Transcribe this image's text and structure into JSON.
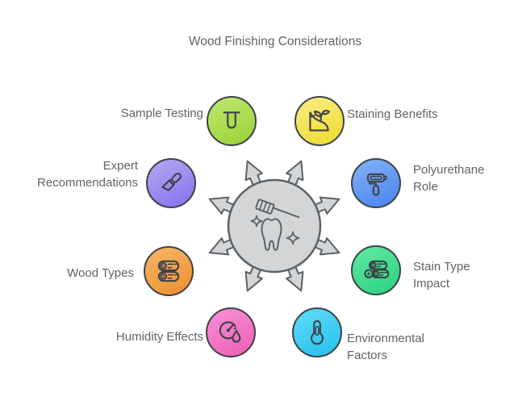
{
  "title": "Wood Finishing Considerations",
  "colors": {
    "background": "#ffffff",
    "text": "#5f6368",
    "circle_border": "#3c4247",
    "icon_stroke": "#3c4247",
    "hub_fill": "#d3d5d6",
    "hub_stroke": "#5d6266",
    "hub_icon_stroke": "#5d6266"
  },
  "hub": {
    "icon": "tooth-toothbrush-sparkle-icon",
    "arrow_count": 8
  },
  "nodes": [
    {
      "label": "Sample Testing",
      "icon": "test-tube-icon",
      "color_light": "#c0e76f",
      "color_dark": "#9bd53c"
    },
    {
      "label": "Staining Benefits",
      "icon": "plant-growth-icon",
      "color_light": "#f9ee85",
      "color_dark": "#f0db36"
    },
    {
      "label": "Expert Recommendations",
      "icon": "chisel-icon",
      "color_light": "#b6a8f4",
      "color_dark": "#8977ee"
    },
    {
      "label": "Polyurethane Role",
      "icon": "paint-roller-icon",
      "color_light": "#86b4f7",
      "color_dark": "#4d87f0"
    },
    {
      "label": "Wood Types",
      "icon": "wood-logs-icon",
      "color_light": "#f6b668",
      "color_dark": "#ee9334"
    },
    {
      "label": "Stain Type Impact",
      "icon": "log-stack-icon",
      "color_light": "#62e9a5",
      "color_dark": "#2fd483"
    },
    {
      "label": "Humidity Effects",
      "icon": "humidity-gauge-icon",
      "color_light": "#f892d5",
      "color_dark": "#ee62ba"
    },
    {
      "label": "Environmental Factors",
      "icon": "thermometer-icon",
      "color_light": "#61dbf8",
      "color_dark": "#2bc3ee"
    }
  ]
}
